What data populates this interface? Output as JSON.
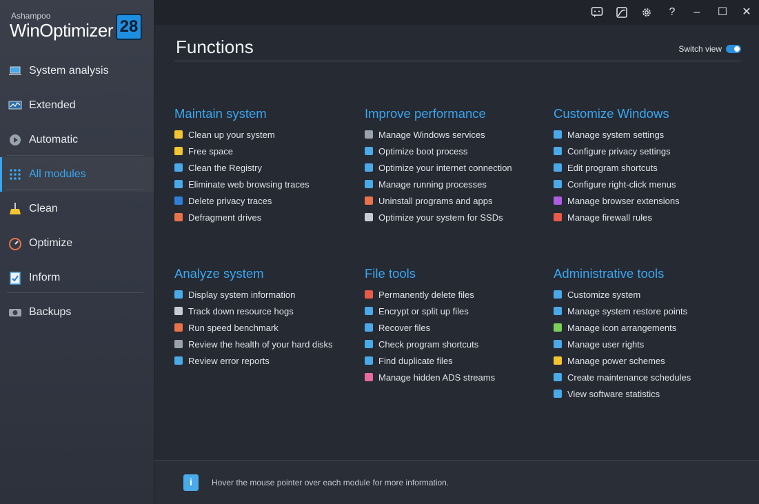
{
  "logo": {
    "brand": "Ashampoo",
    "product": "WinOptimizer",
    "version": "28"
  },
  "sidebar": {
    "items": [
      {
        "label": "System analysis",
        "icon": "laptop-icon"
      },
      {
        "label": "Extended",
        "icon": "monitor-chart-icon"
      },
      {
        "label": "Automatic",
        "icon": "play-gear-icon"
      },
      {
        "label": "All modules",
        "icon": "grid-dots-icon",
        "active": true
      },
      {
        "label": "Clean",
        "icon": "broom-icon"
      },
      {
        "label": "Optimize",
        "icon": "speedometer-icon"
      },
      {
        "label": "Inform",
        "icon": "clipboard-check-icon"
      },
      {
        "label": "Backups",
        "icon": "camera-icon"
      }
    ]
  },
  "titlebar": {
    "feedback": "feedback-icon",
    "theme": "theme-icon",
    "settings": "gear-icon",
    "help": "?",
    "minimize": "–",
    "maximize": "☐",
    "close": "✕"
  },
  "main": {
    "title": "Functions",
    "switch_view": "Switch view",
    "groups": [
      {
        "title": "Maintain system",
        "items": [
          {
            "label": "Clean up your system",
            "color": "#f5c431"
          },
          {
            "label": "Free space",
            "color": "#f5c431"
          },
          {
            "label": "Clean the Registry",
            "color": "#4aa9e8"
          },
          {
            "label": "Eliminate web browsing traces",
            "color": "#4aa9e8"
          },
          {
            "label": "Delete privacy traces",
            "color": "#2f7fd8"
          },
          {
            "label": "Defragment drives",
            "color": "#e8734a"
          }
        ]
      },
      {
        "title": "Improve performance",
        "items": [
          {
            "label": "Manage Windows services",
            "color": "#9aa3ad"
          },
          {
            "label": "Optimize boot process",
            "color": "#4aa9e8"
          },
          {
            "label": "Optimize your internet connection",
            "color": "#4aa9e8"
          },
          {
            "label": "Manage running processes",
            "color": "#4aa9e8"
          },
          {
            "label": "Uninstall programs and apps",
            "color": "#e8734a"
          },
          {
            "label": "Optimize your system for SSDs",
            "color": "#c7cdd4"
          }
        ]
      },
      {
        "title": "Customize Windows",
        "items": [
          {
            "label": "Manage system settings",
            "color": "#4aa9e8"
          },
          {
            "label": "Configure privacy settings",
            "color": "#4aa9e8"
          },
          {
            "label": "Edit program shortcuts",
            "color": "#4aa9e8"
          },
          {
            "label": "Configure right-click menus",
            "color": "#4aa9e8"
          },
          {
            "label": "Manage browser extensions",
            "color": "#b05ce0"
          },
          {
            "label": "Manage firewall rules",
            "color": "#e85a4a"
          }
        ]
      },
      {
        "title": "Analyze system",
        "items": [
          {
            "label": "Display system information",
            "color": "#4aa9e8"
          },
          {
            "label": "Track down resource hogs",
            "color": "#c7cdd4"
          },
          {
            "label": "Run speed benchmark",
            "color": "#e8734a"
          },
          {
            "label": "Review the health of your hard disks",
            "color": "#9aa3ad"
          },
          {
            "label": "Review error reports",
            "color": "#4aa9e8"
          }
        ]
      },
      {
        "title": "File tools",
        "items": [
          {
            "label": "Permanently delete files",
            "color": "#e85a4a"
          },
          {
            "label": "Encrypt or split up files",
            "color": "#4aa9e8"
          },
          {
            "label": "Recover files",
            "color": "#4aa9e8"
          },
          {
            "label": "Check program shortcuts",
            "color": "#4aa9e8"
          },
          {
            "label": "Find duplicate files",
            "color": "#4aa9e8"
          },
          {
            "label": "Manage hidden ADS streams",
            "color": "#e86aa0"
          }
        ]
      },
      {
        "title": "Administrative tools",
        "items": [
          {
            "label": "Customize system",
            "color": "#4aa9e8"
          },
          {
            "label": "Manage system restore points",
            "color": "#4aa9e8"
          },
          {
            "label": "Manage icon arrangements",
            "color": "#7ccf5a"
          },
          {
            "label": "Manage user rights",
            "color": "#4aa9e8"
          },
          {
            "label": "Manage power schemes",
            "color": "#f5c431"
          },
          {
            "label": "Create maintenance schedules",
            "color": "#4aa9e8"
          },
          {
            "label": "View software statistics",
            "color": "#4aa9e8"
          }
        ]
      }
    ]
  },
  "footer": {
    "info": "i",
    "text": "Hover the mouse pointer over each module for more information."
  }
}
